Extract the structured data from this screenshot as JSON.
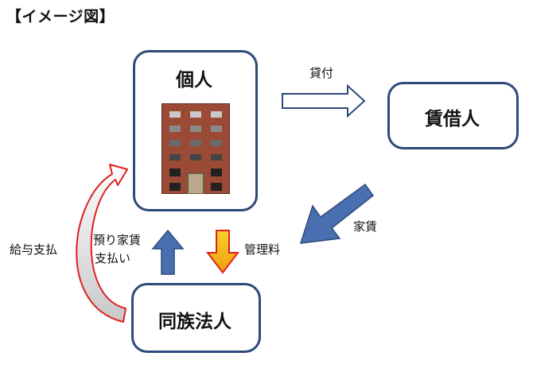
{
  "title": "【イメージ図】",
  "nodes": {
    "individual": "個人",
    "borrower": "賃借人",
    "family_corp": "同族法人"
  },
  "edges": {
    "lending": "貸付",
    "rent": "家賃",
    "management_fee": "管理料",
    "deposit_payment_line1": "預り家賃",
    "deposit_payment_line2": "支払い",
    "salary_payment": "給与支払"
  },
  "colors": {
    "box_border": "#2e4a7a",
    "blue_arrow": "#4a6fb0",
    "yellow_arrow": "#f2c318",
    "red_arrow": "#e02020"
  }
}
